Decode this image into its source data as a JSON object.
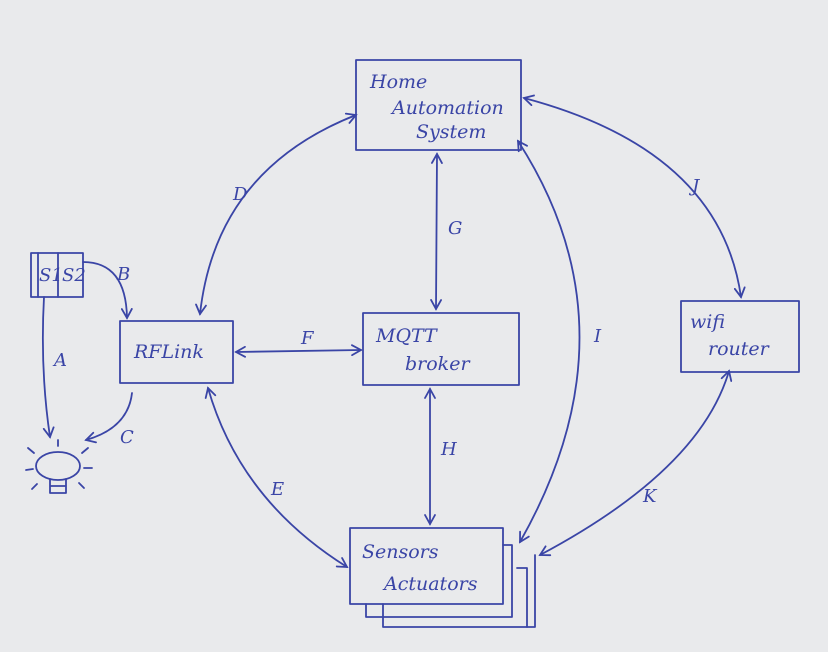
{
  "nodes": {
    "home_automation": {
      "line1": "Home",
      "line2": "Automation",
      "line3": "System"
    },
    "rflink": {
      "label": "RFLink"
    },
    "mqtt": {
      "line1": "MQTT",
      "line2": "broker"
    },
    "wifi": {
      "line1": "wifi",
      "line2": "router"
    },
    "sensors": {
      "line1": "Sensors",
      "line2": "Actuators"
    },
    "switches": {
      "s1": "S1",
      "s2": "S2"
    }
  },
  "edges": {
    "A": "A",
    "B": "B",
    "C": "C",
    "D": "D",
    "E": "E",
    "F": "F",
    "G": "G",
    "H": "H",
    "I": "I",
    "J": "J",
    "K": "K"
  },
  "colors": {
    "ink": "#3a45a6",
    "paper": "#e9eaec"
  }
}
